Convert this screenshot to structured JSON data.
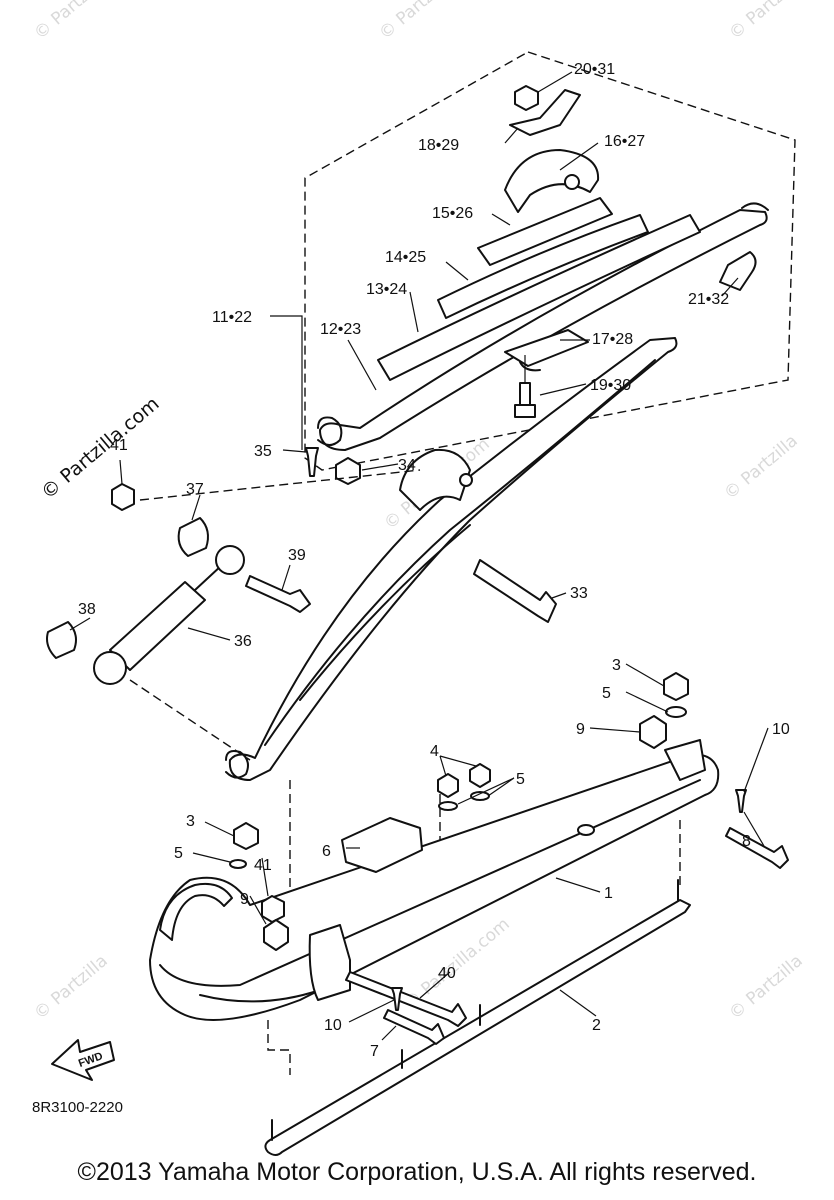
{
  "labels": {
    "p1": "1",
    "p2": "2",
    "p3a": "3",
    "p3b": "3",
    "p4": "4",
    "p5a": "5",
    "p5b": "5",
    "p5c": "5",
    "p6": "6",
    "p7": "7",
    "p8": "8",
    "p9a": "9",
    "p9b": "9",
    "p10a": "10",
    "p10b": "10",
    "p11": "11•22",
    "p12": "12•23",
    "p13": "13•24",
    "p14": "14•25",
    "p15": "15•26",
    "p16": "16•27",
    "p17": "17•28",
    "p18": "18•29",
    "p19": "19•30",
    "p20": "20•31",
    "p21": "21•32",
    "p33": "33",
    "p34": "34",
    "p35": "35",
    "p36": "36",
    "p37": "37",
    "p38": "38",
    "p39": "39",
    "p40": "40",
    "p41a": "41",
    "p41b": "41"
  },
  "diagram_code": "8R3100-2220",
  "fwd_label": "FWD",
  "watermark": "© Partzilla.com",
  "watermark_short": "© Partzilla",
  "copyright": "©2013  Yamaha Motor Corporation, U.S.A. All rights reserved."
}
